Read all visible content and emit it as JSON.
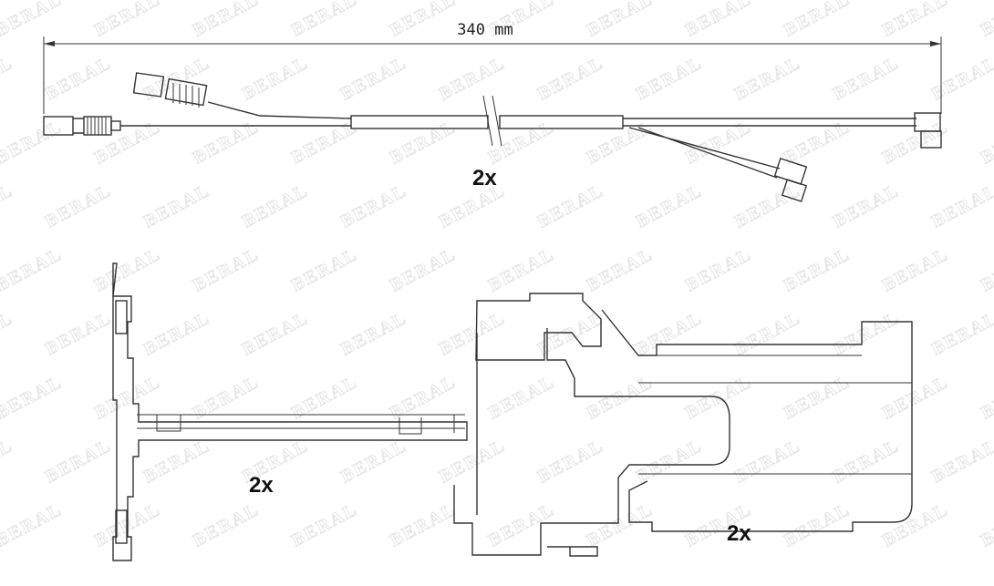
{
  "watermark": "BERAL",
  "dimension": {
    "label": "340 mm"
  },
  "parts": [
    {
      "name": "sensor-cable",
      "quantity": "2x"
    },
    {
      "name": "clip-small",
      "quantity": "2x"
    },
    {
      "name": "clip-large",
      "quantity": "2x"
    }
  ]
}
